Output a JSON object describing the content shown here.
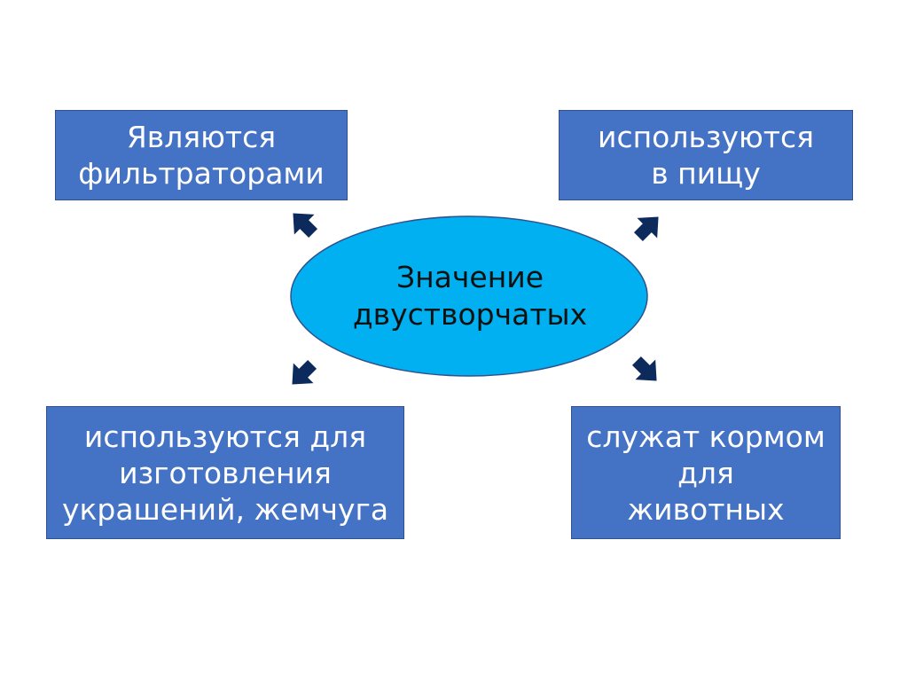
{
  "center": {
    "lines": [
      "Значение",
      "двустворчатых"
    ]
  },
  "boxes": {
    "top_left": {
      "lines": [
        "Являются",
        "фильтраторами"
      ]
    },
    "top_right": {
      "lines": [
        "используются",
        "в пищу"
      ]
    },
    "bottom_left": {
      "lines": [
        "используются для",
        "изготовления",
        "украшений, жемчуга"
      ]
    },
    "bottom_right": {
      "lines": [
        "служат кормом",
        "для",
        "животных"
      ]
    }
  },
  "colors": {
    "box_fill": "#4472c4",
    "box_border": "#2f528f",
    "ellipse_fill": "#00b0f0",
    "ellipse_border": "#2f528f",
    "arrow_fill": "#0d2a5c",
    "box_text": "#ffffff",
    "center_text": "#111111"
  }
}
